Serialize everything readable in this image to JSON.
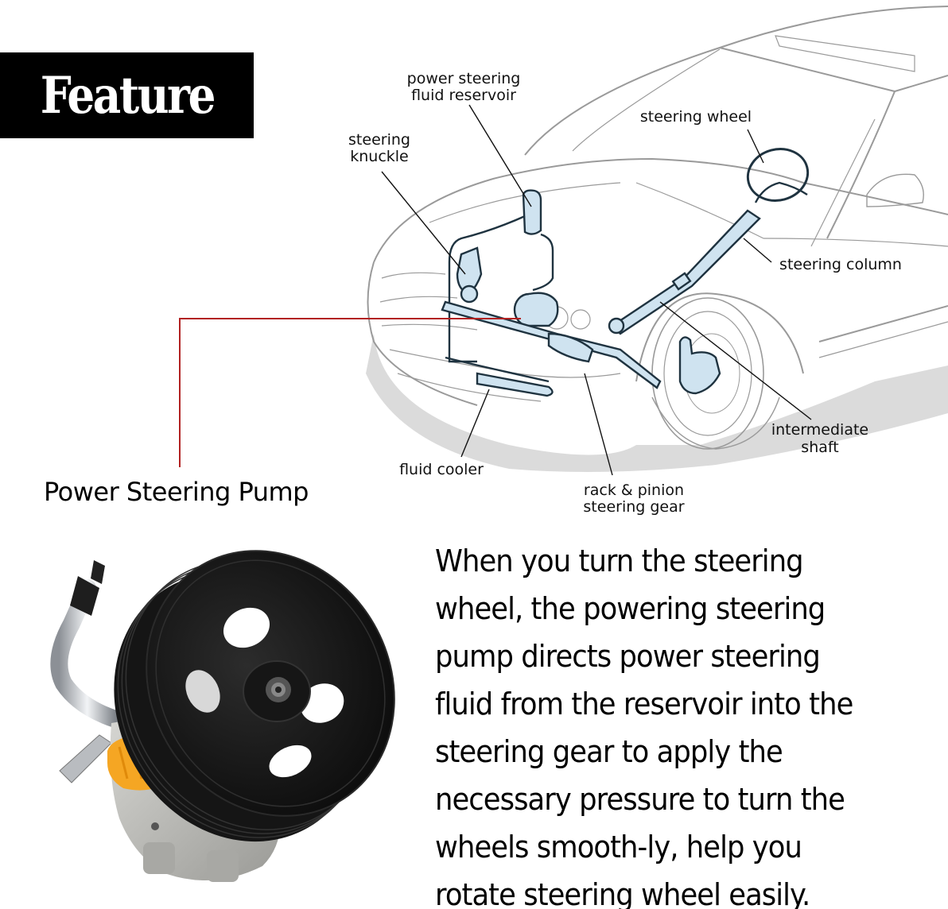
{
  "header": {
    "badge_text": "Feature"
  },
  "diagram": {
    "callouts": {
      "reservoir": [
        "power steering",
        "fluid reservoir"
      ],
      "knuckle": [
        "steering",
        "knuckle"
      ],
      "steering_wheel": "steering wheel",
      "steering_column": "steering column",
      "intermediate_shaft": [
        "intermediate",
        "shaft"
      ],
      "fluid_cooler": "fluid cooler",
      "rack_pinion": [
        "rack & pinion",
        "steering gear"
      ]
    },
    "pump_label": "Power Steering Pump",
    "colors": {
      "pointer_line": "#b22222",
      "component_fill": "#cfe3f0",
      "component_stroke": "#1f3340",
      "car_outline": "#9a9a9a"
    }
  },
  "description": {
    "lines": [
      "When you turn the steering",
      "wheel, the powering steering",
      "pump directs power steering",
      "fluid from the reservoir into the",
      "steering gear to apply the",
      "necessary pressure to turn the",
      "wheels smooth-ly, help you",
      "rotate steering wheel easily."
    ]
  },
  "product": {
    "colors": {
      "pulley": "#1a1a1a",
      "body": "#b8b8b4",
      "cap": "#f5a623",
      "pipe": "#c8ccd0"
    }
  }
}
